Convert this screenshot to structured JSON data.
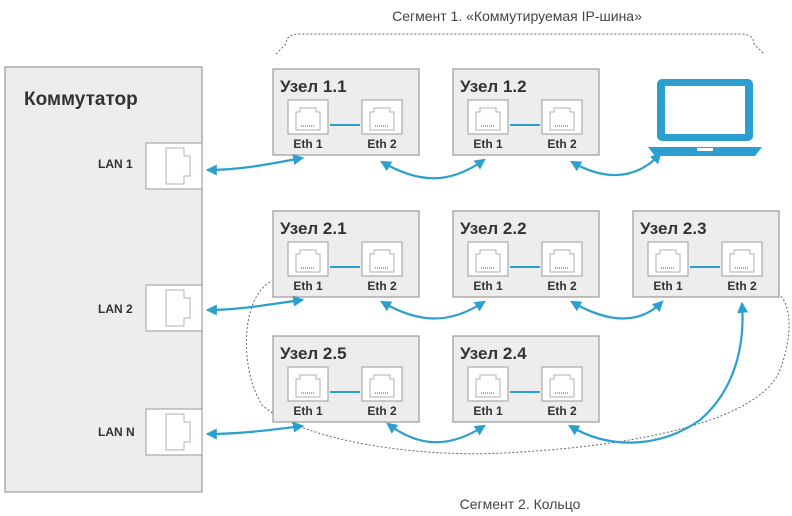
{
  "segment_1_label": "Сегмент 1. «Коммутируемая IP-шина»",
  "segment_2_label": "Сегмент 2. Кольцо",
  "switch": {
    "title": "Коммутатор",
    "ports": [
      {
        "id": "lan1",
        "label": "LAN 1"
      },
      {
        "id": "lan2",
        "label": "LAN 2"
      },
      {
        "id": "lann",
        "label": "LAN N"
      }
    ]
  },
  "nodes": [
    {
      "id": "n11",
      "title": "Узел 1.1",
      "port1": "Eth 1",
      "port2": "Eth 2"
    },
    {
      "id": "n12",
      "title": "Узел 1.2",
      "port1": "Eth 1",
      "port2": "Eth 2"
    },
    {
      "id": "n21",
      "title": "Узел 2.1",
      "port1": "Eth 1",
      "port2": "Eth 2"
    },
    {
      "id": "n22",
      "title": "Узел 2.2",
      "port1": "Eth 1",
      "port2": "Eth 2"
    },
    {
      "id": "n23",
      "title": "Узел 2.3",
      "port1": "Eth 1",
      "port2": "Eth 2"
    },
    {
      "id": "n25",
      "title": "Узел 2.5",
      "port1": "Eth 1",
      "port2": "Eth 2"
    },
    {
      "id": "n24",
      "title": "Узел 2.4",
      "port1": "Eth 1",
      "port2": "Eth 2"
    }
  ],
  "colors": {
    "link": "#2a9fd0",
    "panel_fill": "#ededee",
    "panel_stroke": "#9a9a9a",
    "port_fill": "#ffffff"
  },
  "icons": {
    "laptop": "laptop-icon",
    "port": "ethernet-port-icon"
  }
}
